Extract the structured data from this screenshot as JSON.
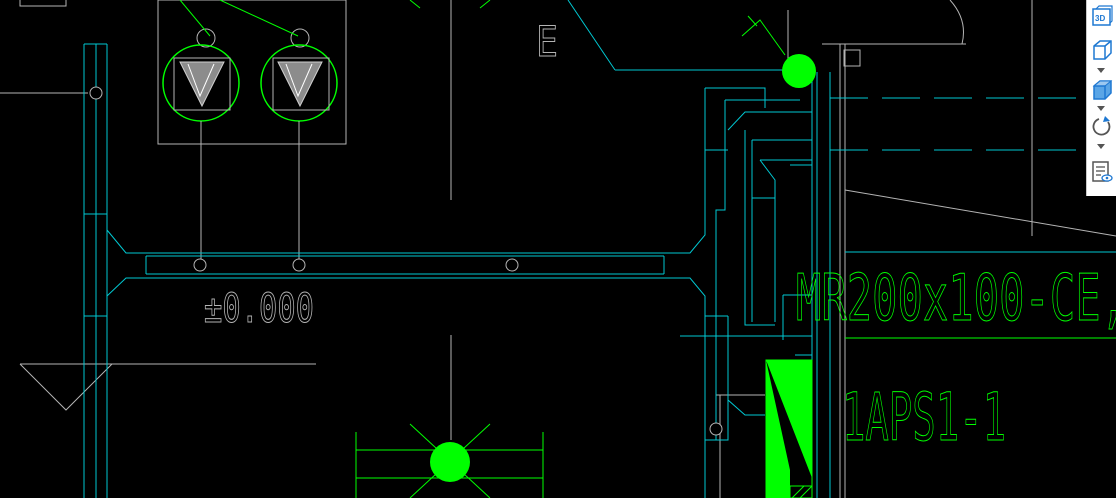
{
  "drawing": {
    "annotations": {
      "grid_letter": "E",
      "elevation": "±0.000",
      "duct_label": "MR200x100-CE,",
      "panel_label": "1APS1-1"
    }
  },
  "toolbar": {
    "buttons": [
      {
        "icon": "3d-view-icon",
        "label": "3D"
      },
      {
        "icon": "wireframe-cube-icon",
        "label": ""
      },
      {
        "icon": "shaded-cube-icon",
        "label": ""
      },
      {
        "icon": "orbit-icon",
        "label": ""
      },
      {
        "icon": "properties-view-icon",
        "label": ""
      }
    ]
  },
  "colors": {
    "background": "#000000",
    "cyan": "#00c8d2",
    "green": "#00ff00",
    "grey": "#b4b4b4",
    "accent_blue": "#1e78d2"
  }
}
